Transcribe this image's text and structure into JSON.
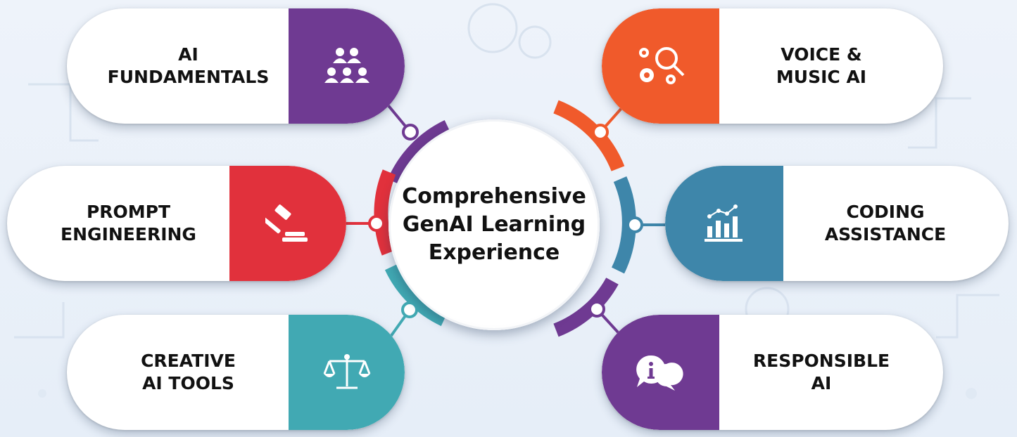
{
  "center": {
    "title_lines": [
      "Comprehensive",
      "GenAI Learning",
      "Experience"
    ]
  },
  "items": [
    {
      "lines": [
        "AI",
        "FUNDAMENTALS"
      ],
      "color": "#6f3a92",
      "icon": "people-group-icon"
    },
    {
      "lines": [
        "PROMPT",
        "ENGINEERING"
      ],
      "color": "#e1313c",
      "icon": "gavel-icon"
    },
    {
      "lines": [
        "CREATIVE",
        "AI TOOLS"
      ],
      "color": "#41a9b3",
      "icon": "balance-scale-icon"
    },
    {
      "lines": [
        "VOICE &",
        "MUSIC AI"
      ],
      "color": "#f05a2b",
      "icon": "gears-search-icon"
    },
    {
      "lines": [
        "CODING",
        "ASSISTANCE"
      ],
      "color": "#3e86aa",
      "icon": "bar-chart-icon"
    },
    {
      "lines": [
        "RESPONSIBLE",
        "AI"
      ],
      "color": "#6f3a92",
      "icon": "info-chat-icon"
    }
  ]
}
